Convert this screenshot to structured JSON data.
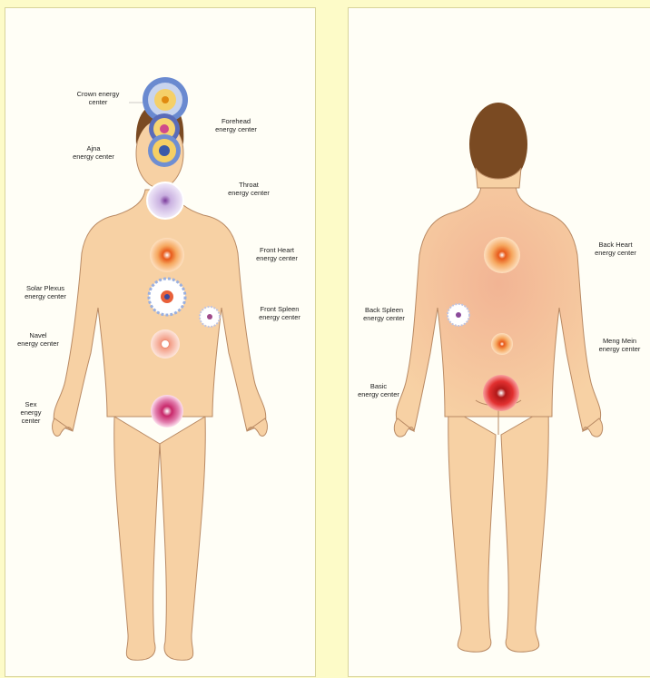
{
  "front": {
    "labels": {
      "crown": "Crown energy\ncenter",
      "forehead": "Forehead\nenergy center",
      "ajna": "Ajna\nenergy center",
      "throat": "Throat\nenergy center",
      "front_heart": "Front Heart\nenergy center",
      "solar_plexus": "Solar Plexus\nenergy center",
      "front_spleen": "Front Spleen\nenergy center",
      "navel": "Navel\nenergy center",
      "sex": "Sex\nenergy\ncenter"
    }
  },
  "back": {
    "labels": {
      "back_heart": "Back Heart\nenergy center",
      "back_spleen": "Back Spleen\nenergy center",
      "meng_mein": "Meng Mein\nenergy center",
      "basic": "Basic\nenergy center"
    }
  },
  "colors": {
    "skin": "#f7d1a4",
    "skin_outline": "#b98a64",
    "hair": "#7a4a22",
    "page_bg": "#fdfbc8",
    "panel_bg": "#fffef6"
  }
}
